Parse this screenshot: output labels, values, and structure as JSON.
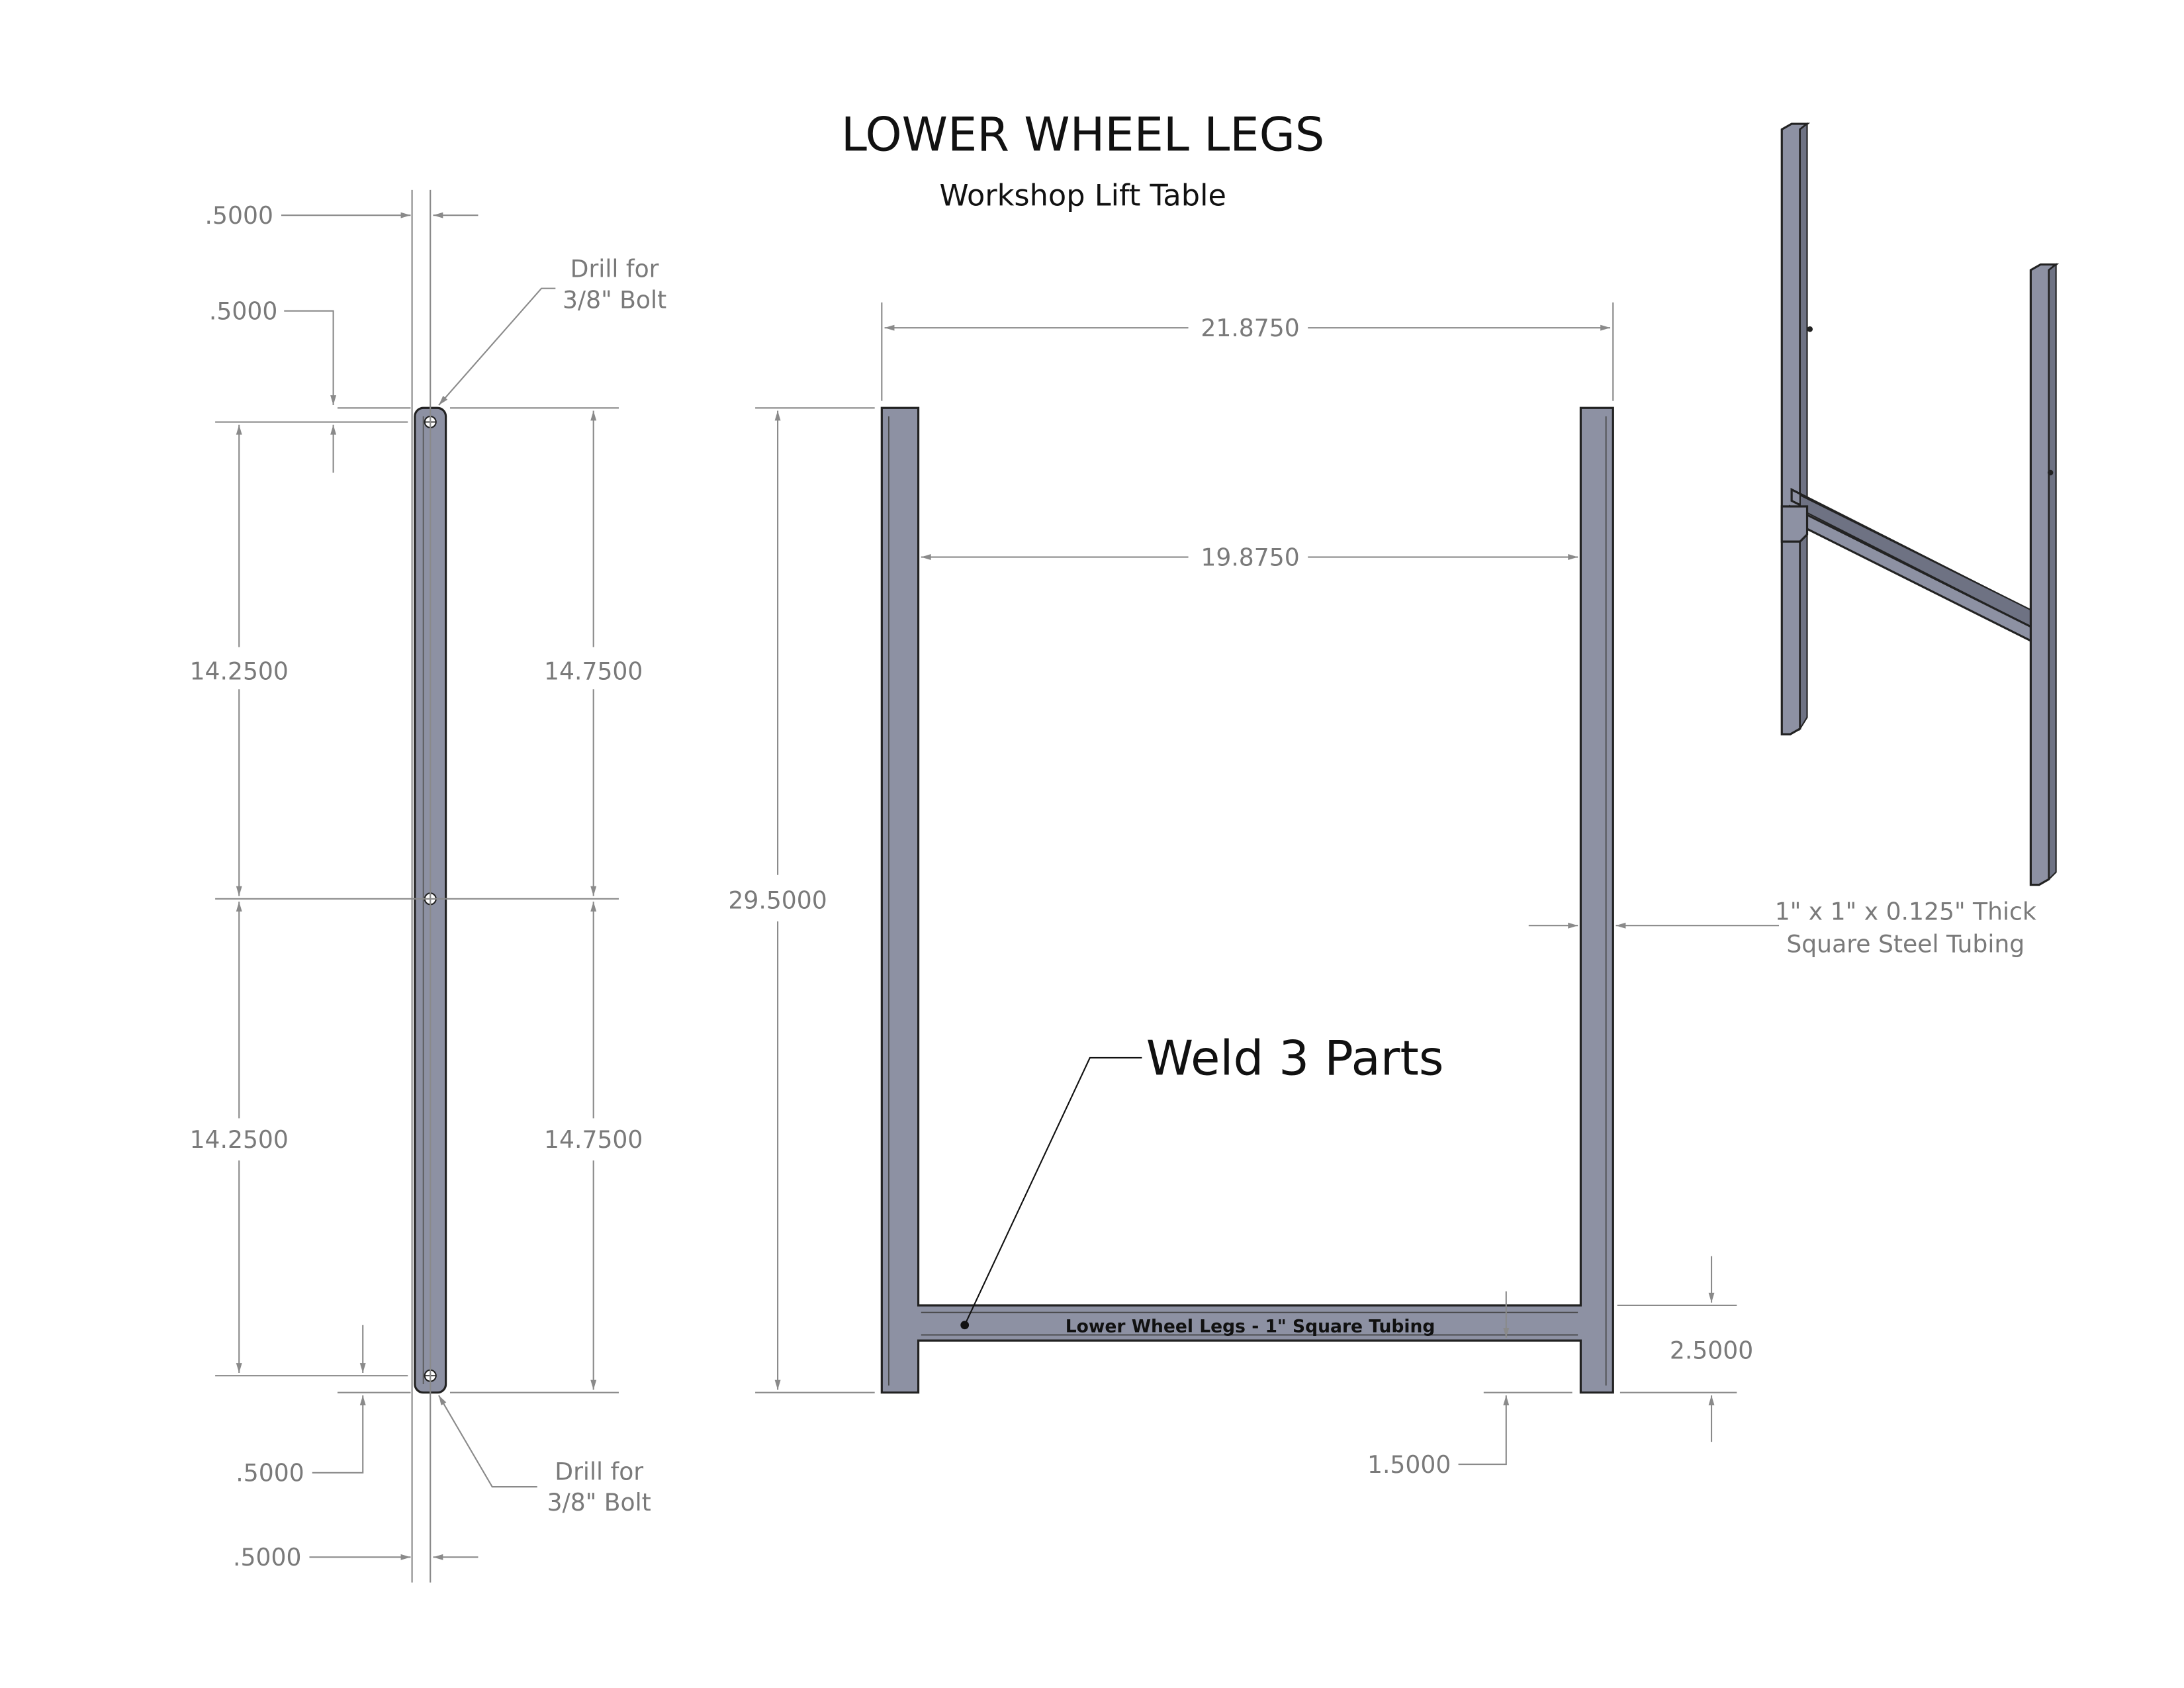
{
  "title": "LOWER WHEEL LEGS",
  "subtitle": "Workshop Lift Table",
  "side_view": {
    "top_offset_h": ".5000",
    "top_offset_v": ".5000",
    "drill_top": [
      "Drill for",
      "3/8\" Bolt"
    ],
    "left_upper": "14.2500",
    "left_lower": "14.2500",
    "right_upper": "14.7500",
    "right_lower": "14.7500",
    "bottom_offset_v": ".5000",
    "bottom_offset_h": ".5000",
    "drill_bottom": [
      "Drill for",
      "3/8\" Bolt"
    ]
  },
  "front_view": {
    "overall_width": "21.8750",
    "inner_width": "19.8750",
    "height": "29.5000",
    "tubing_note": [
      "1\" x 1\" x 0.125\" Thick",
      "Square Steel Tubing"
    ],
    "weld_note": "Weld 3 Parts",
    "crossbar_label": "Lower Wheel Legs  -  1\" Square Tubing",
    "crossbar_top": "2.5000",
    "crossbar_bottom": "1.5000"
  },
  "colors": {
    "steel": "#8d91a3",
    "dimension": "#8a8a8a"
  }
}
